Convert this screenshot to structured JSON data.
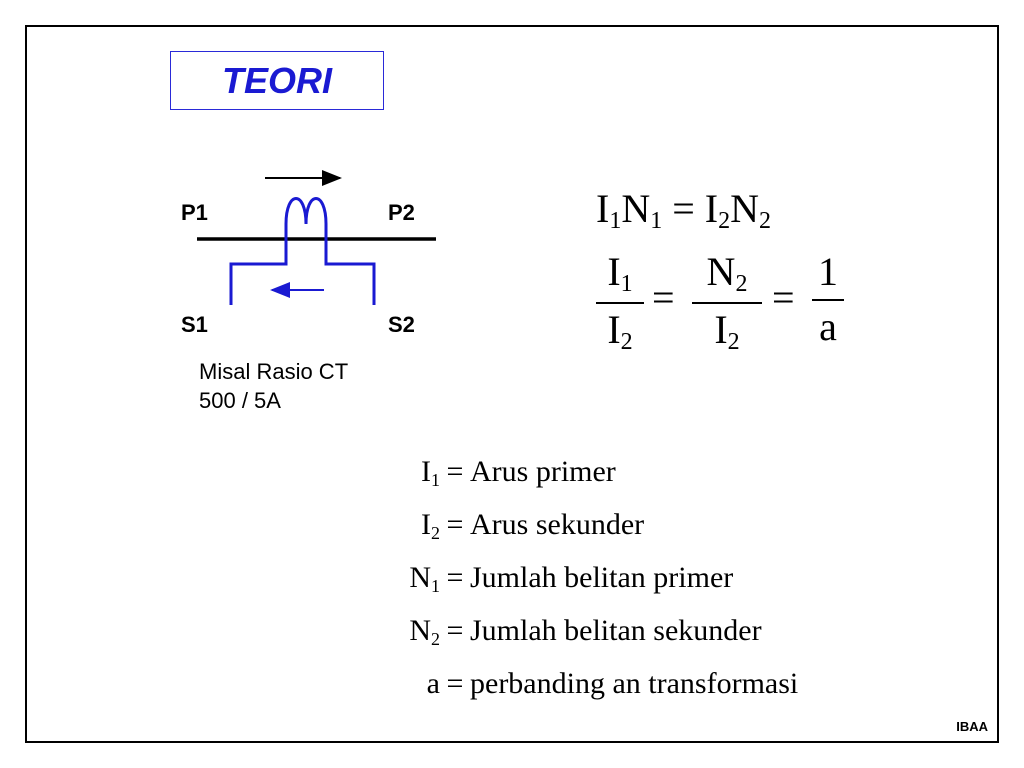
{
  "title": "TEORI",
  "diagram": {
    "p1": "P1",
    "p2": "P2",
    "s1": "S1",
    "s2": "S2"
  },
  "caption": {
    "line1": "Misal Rasio CT",
    "line2": "500 / 5A"
  },
  "equations": {
    "eq1": {
      "lhs_a": "I",
      "lhs_a_sub": "1",
      "lhs_b": "N",
      "lhs_b_sub": "1",
      "equals": "=",
      "rhs_a": "I",
      "rhs_a_sub": "2",
      "rhs_b": "N",
      "rhs_b_sub": "2"
    },
    "eq2": {
      "f1_num": "I",
      "f1_num_sub": "1",
      "f1_den": "I",
      "f1_den_sub": "2",
      "f2_num": "N",
      "f2_num_sub": "2",
      "f2_den": "I",
      "f2_den_sub": "2",
      "f3_num": "1",
      "f3_den": "a",
      "equals": "="
    }
  },
  "definitions": [
    {
      "symbol": "I",
      "sub": "1",
      "equals": "=",
      "text": "Arus primer"
    },
    {
      "symbol": "I",
      "sub": "2",
      "equals": "=",
      "text": "Arus sekunder"
    },
    {
      "symbol": "N",
      "sub": "1",
      "equals": "=",
      "text": "Jumlah belitan primer"
    },
    {
      "symbol": "N",
      "sub": "2",
      "equals": "=",
      "text": "Jumlah belitan sekunder"
    },
    {
      "symbol": "a",
      "sub": "",
      "equals": "=",
      "text": "perbanding an transformasi"
    }
  ],
  "footer": "IBAA",
  "colors": {
    "accent": "#1a1ad2",
    "primary_line": "#000000",
    "secondary_line": "#1a1ad2"
  }
}
